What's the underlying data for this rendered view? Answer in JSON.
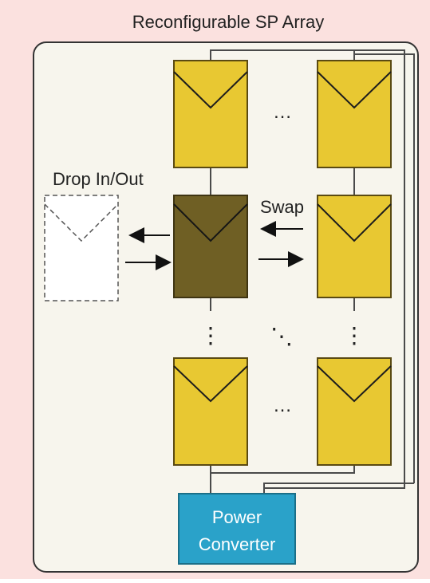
{
  "title": "Reconfigurable SP Array",
  "labels": {
    "drop_in_out": "Drop In/Out",
    "swap": "Swap",
    "power_converter_line1": "Power",
    "power_converter_line2": "Converter"
  },
  "ellipses": {
    "horizontal": "…",
    "vertical": "⋮",
    "diagonal": "⋱"
  },
  "colors": {
    "outer_background": "#fbe1df",
    "array_background": "#f7f5ed",
    "panel_fill": "#e8c832",
    "panel_stroke": "#5a4a12",
    "selected_panel_fill": "#6f5f24",
    "converter_fill": "#2aa2c9",
    "converter_text": "#ffffff",
    "wire": "#4a4a4a",
    "dashed_panel_fill": "#ffffff"
  },
  "icons": {
    "left_arrow": "arrow-left-icon",
    "right_arrow": "arrow-right-icon"
  }
}
